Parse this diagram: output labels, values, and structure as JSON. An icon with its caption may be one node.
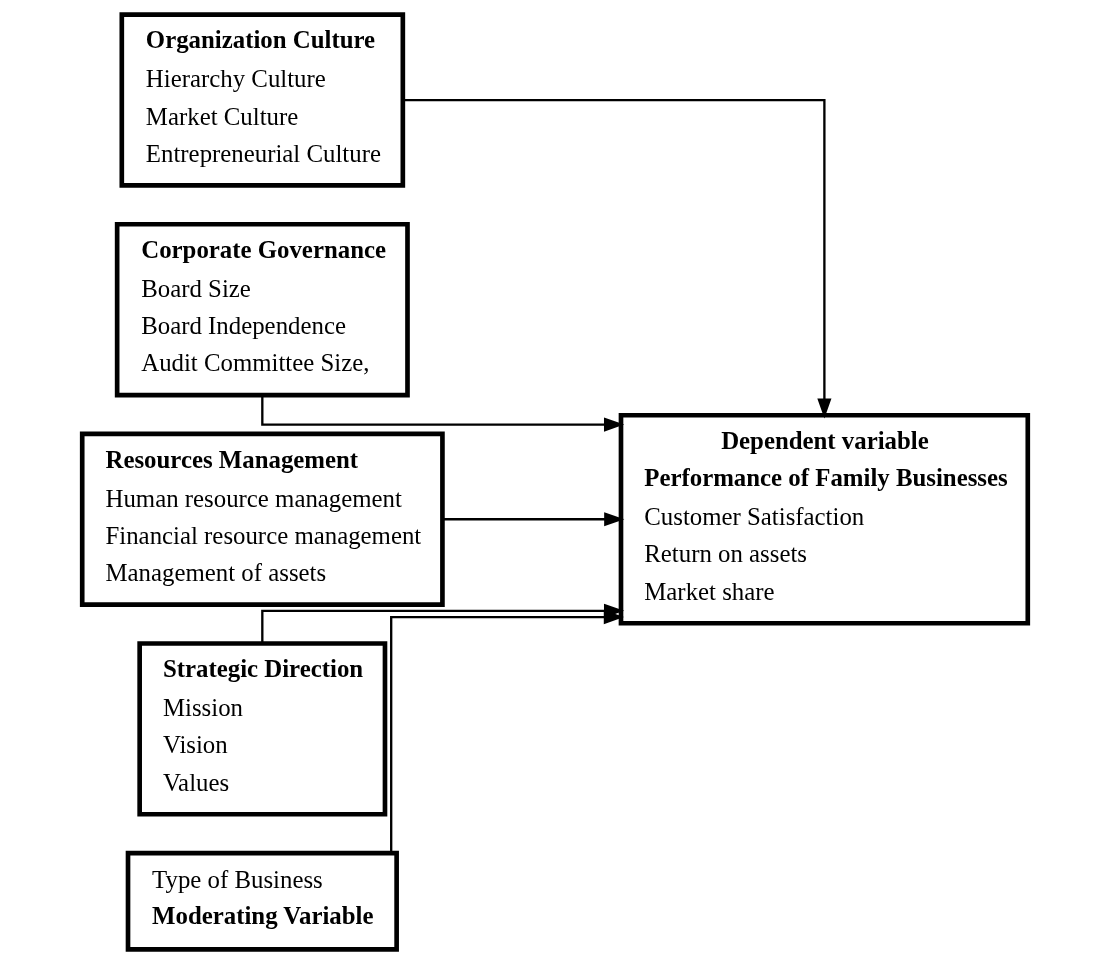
{
  "diagram": {
    "nodes": [
      {
        "text": [
          "Organization Culture",
          "Hierarchy Culture",
          "Market Culture",
          "Entrepreneurial Culture"
        ]
      },
      {
        "text": [
          "Corporate Governance",
          "Board Size",
          "Board Independence",
          "Audit Committee Size,"
        ]
      },
      {
        "text": [
          "Resources Management",
          "Human resource management",
          "Financial resource management",
          "Management of assets"
        ]
      },
      {
        "text": [
          "Strategic Direction",
          "Mission",
          "Vision",
          "Values"
        ]
      },
      {
        "text": [
          "Dependent variable",
          "Performance of Family Businesses",
          "Customer Satisfaction",
          "Return on assets",
          "Market share"
        ]
      },
      {
        "text": [
          "Type of Business",
          "Moderating Variable"
        ]
      }
    ],
    "edges": [
      {
        "from": 0,
        "to": 4,
        "arrow": "to"
      },
      {
        "from": 1,
        "to": 4,
        "arrow": "to"
      },
      {
        "from": 2,
        "to": 4,
        "arrow": "to"
      },
      {
        "from": 3,
        "to": 4,
        "arrow": "to"
      },
      {
        "from": 5,
        "to": 4,
        "arrow": "to"
      }
    ]
  }
}
